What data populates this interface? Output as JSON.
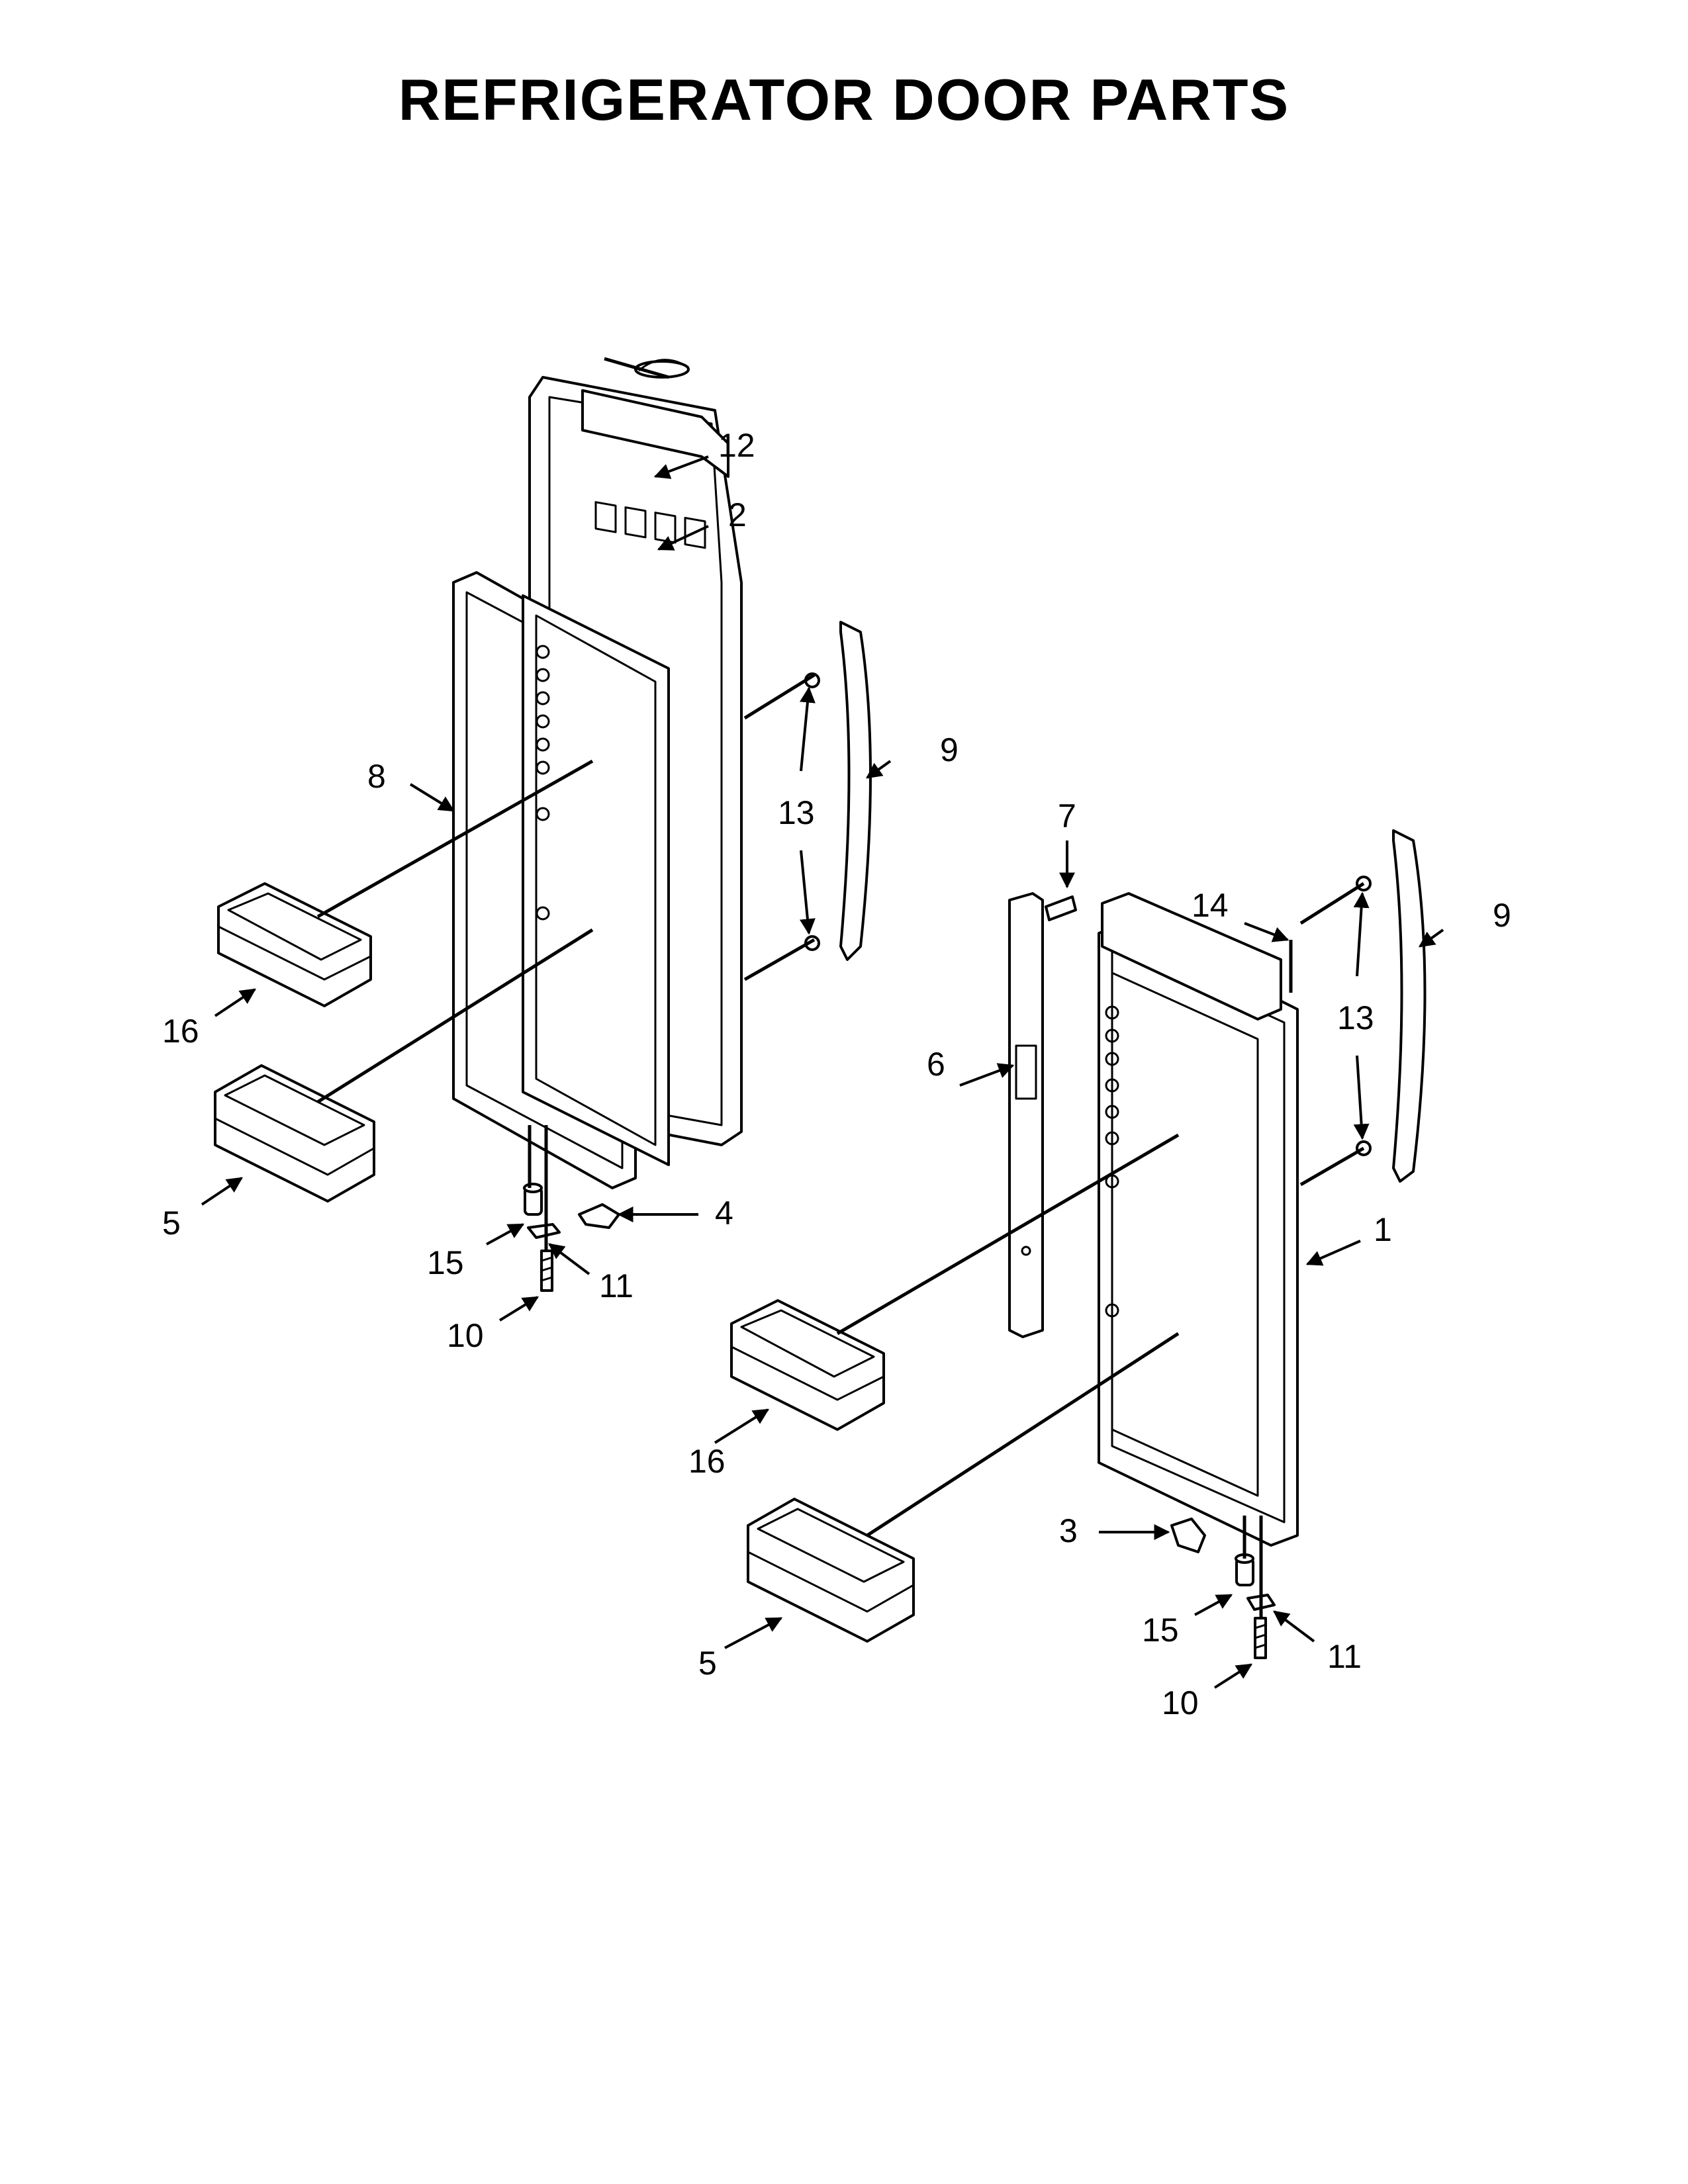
{
  "title": "REFRIGERATOR DOOR PARTS",
  "callouts": {
    "c12": "12",
    "c2": "2",
    "c9_left": "9",
    "c8": "8",
    "c13_left": "13",
    "c16_left": "16",
    "c5_left": "5",
    "c4": "4",
    "c15_left": "15",
    "c11_left": "11",
    "c10_left": "10",
    "c7": "7",
    "c14": "14",
    "c9_right": "9",
    "c13_right": "13",
    "c6": "6",
    "c1": "1",
    "c16_right": "16",
    "c5_right": "5",
    "c3": "3",
    "c15_right": "15",
    "c11_right": "11",
    "c10_right": "10"
  }
}
